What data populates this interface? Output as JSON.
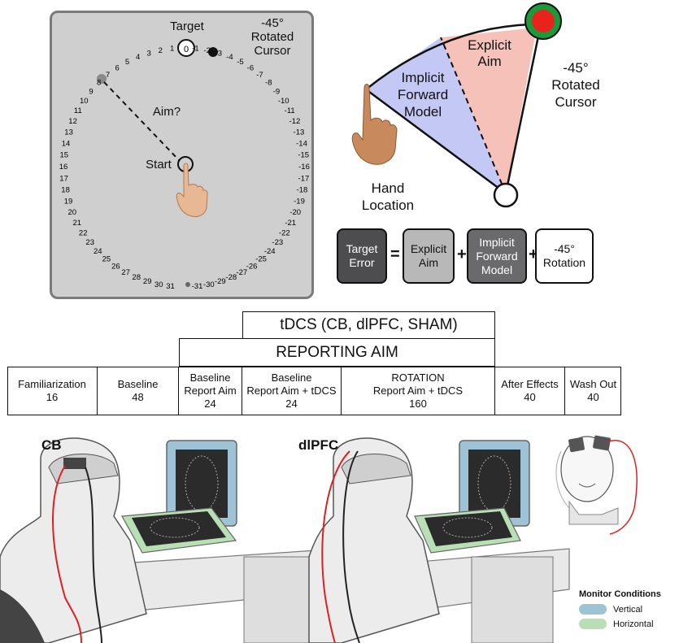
{
  "panel_a": {
    "target_label": "Target",
    "target_number": "0",
    "rotated_cursor_label": [
      "-45°",
      "Rotated",
      "Cursor"
    ],
    "aim_question": "Aim?",
    "start_label": "Start",
    "dial_numbers": [
      "-1",
      "-2",
      "-3",
      "-4",
      "-5",
      "-6",
      "-7",
      "-8",
      "-9",
      "-10",
      "-11",
      "-12",
      "-13",
      "-14",
      "-15",
      "-16",
      "-17",
      "-18",
      "-19",
      "-20",
      "-21",
      "-22",
      "-23",
      "-24",
      "-25",
      "-26",
      "-27",
      "-28",
      "-29",
      "-30",
      "-31",
      "1",
      "2",
      "3",
      "4",
      "5",
      "6",
      "7",
      "8",
      "9",
      "10",
      "11",
      "12",
      "13",
      "14",
      "15",
      "16",
      "17",
      "18",
      "19",
      "20",
      "21",
      "22",
      "23",
      "24",
      "25",
      "26",
      "27",
      "28",
      "29",
      "30",
      "31"
    ]
  },
  "panel_b": {
    "explicit_aim": [
      "Explicit",
      "Aim"
    ],
    "implicit_forward_model": [
      "Implicit",
      "Forward",
      "Model"
    ],
    "rotated_cursor": [
      "-45°",
      "Rotated",
      "Cursor"
    ],
    "hand_location": [
      "Hand",
      "Location"
    ],
    "equation": {
      "target_error": [
        "Target",
        "Error"
      ],
      "equals": "=",
      "explicit_aim": [
        "Explicit",
        "Aim"
      ],
      "plus": "+",
      "implicit_forward_model": [
        "Implicit",
        "Forward",
        "Model"
      ],
      "rotation": [
        "-45°",
        "Rotation"
      ]
    }
  },
  "timeline": {
    "tdcs_label": "tDCS (CB, dlPFC, SHAM)",
    "reporting_aim_label": "REPORTING AIM",
    "phases": [
      {
        "name": "Familiarization",
        "trials": "16"
      },
      {
        "name": "Baseline",
        "trials": "48"
      },
      {
        "name": "Baseline\nReport Aim",
        "trials": "24"
      },
      {
        "name": "Baseline\nReport Aim + tDCS",
        "trials": "24"
      },
      {
        "name": "ROTATION\nReport Aim + tDCS",
        "trials": "160"
      },
      {
        "name": "After Effects",
        "trials": "40"
      },
      {
        "name": "Wash Out",
        "trials": "40"
      }
    ]
  },
  "setup": {
    "cb_label": "CB",
    "dlpfc_label": "dlPFC",
    "legend_title": "Monitor Conditions",
    "legend_items": [
      {
        "label": "Vertical",
        "color": "#9ec3d6"
      },
      {
        "label": "Horizontal",
        "color": "#b9e0b4"
      }
    ]
  }
}
